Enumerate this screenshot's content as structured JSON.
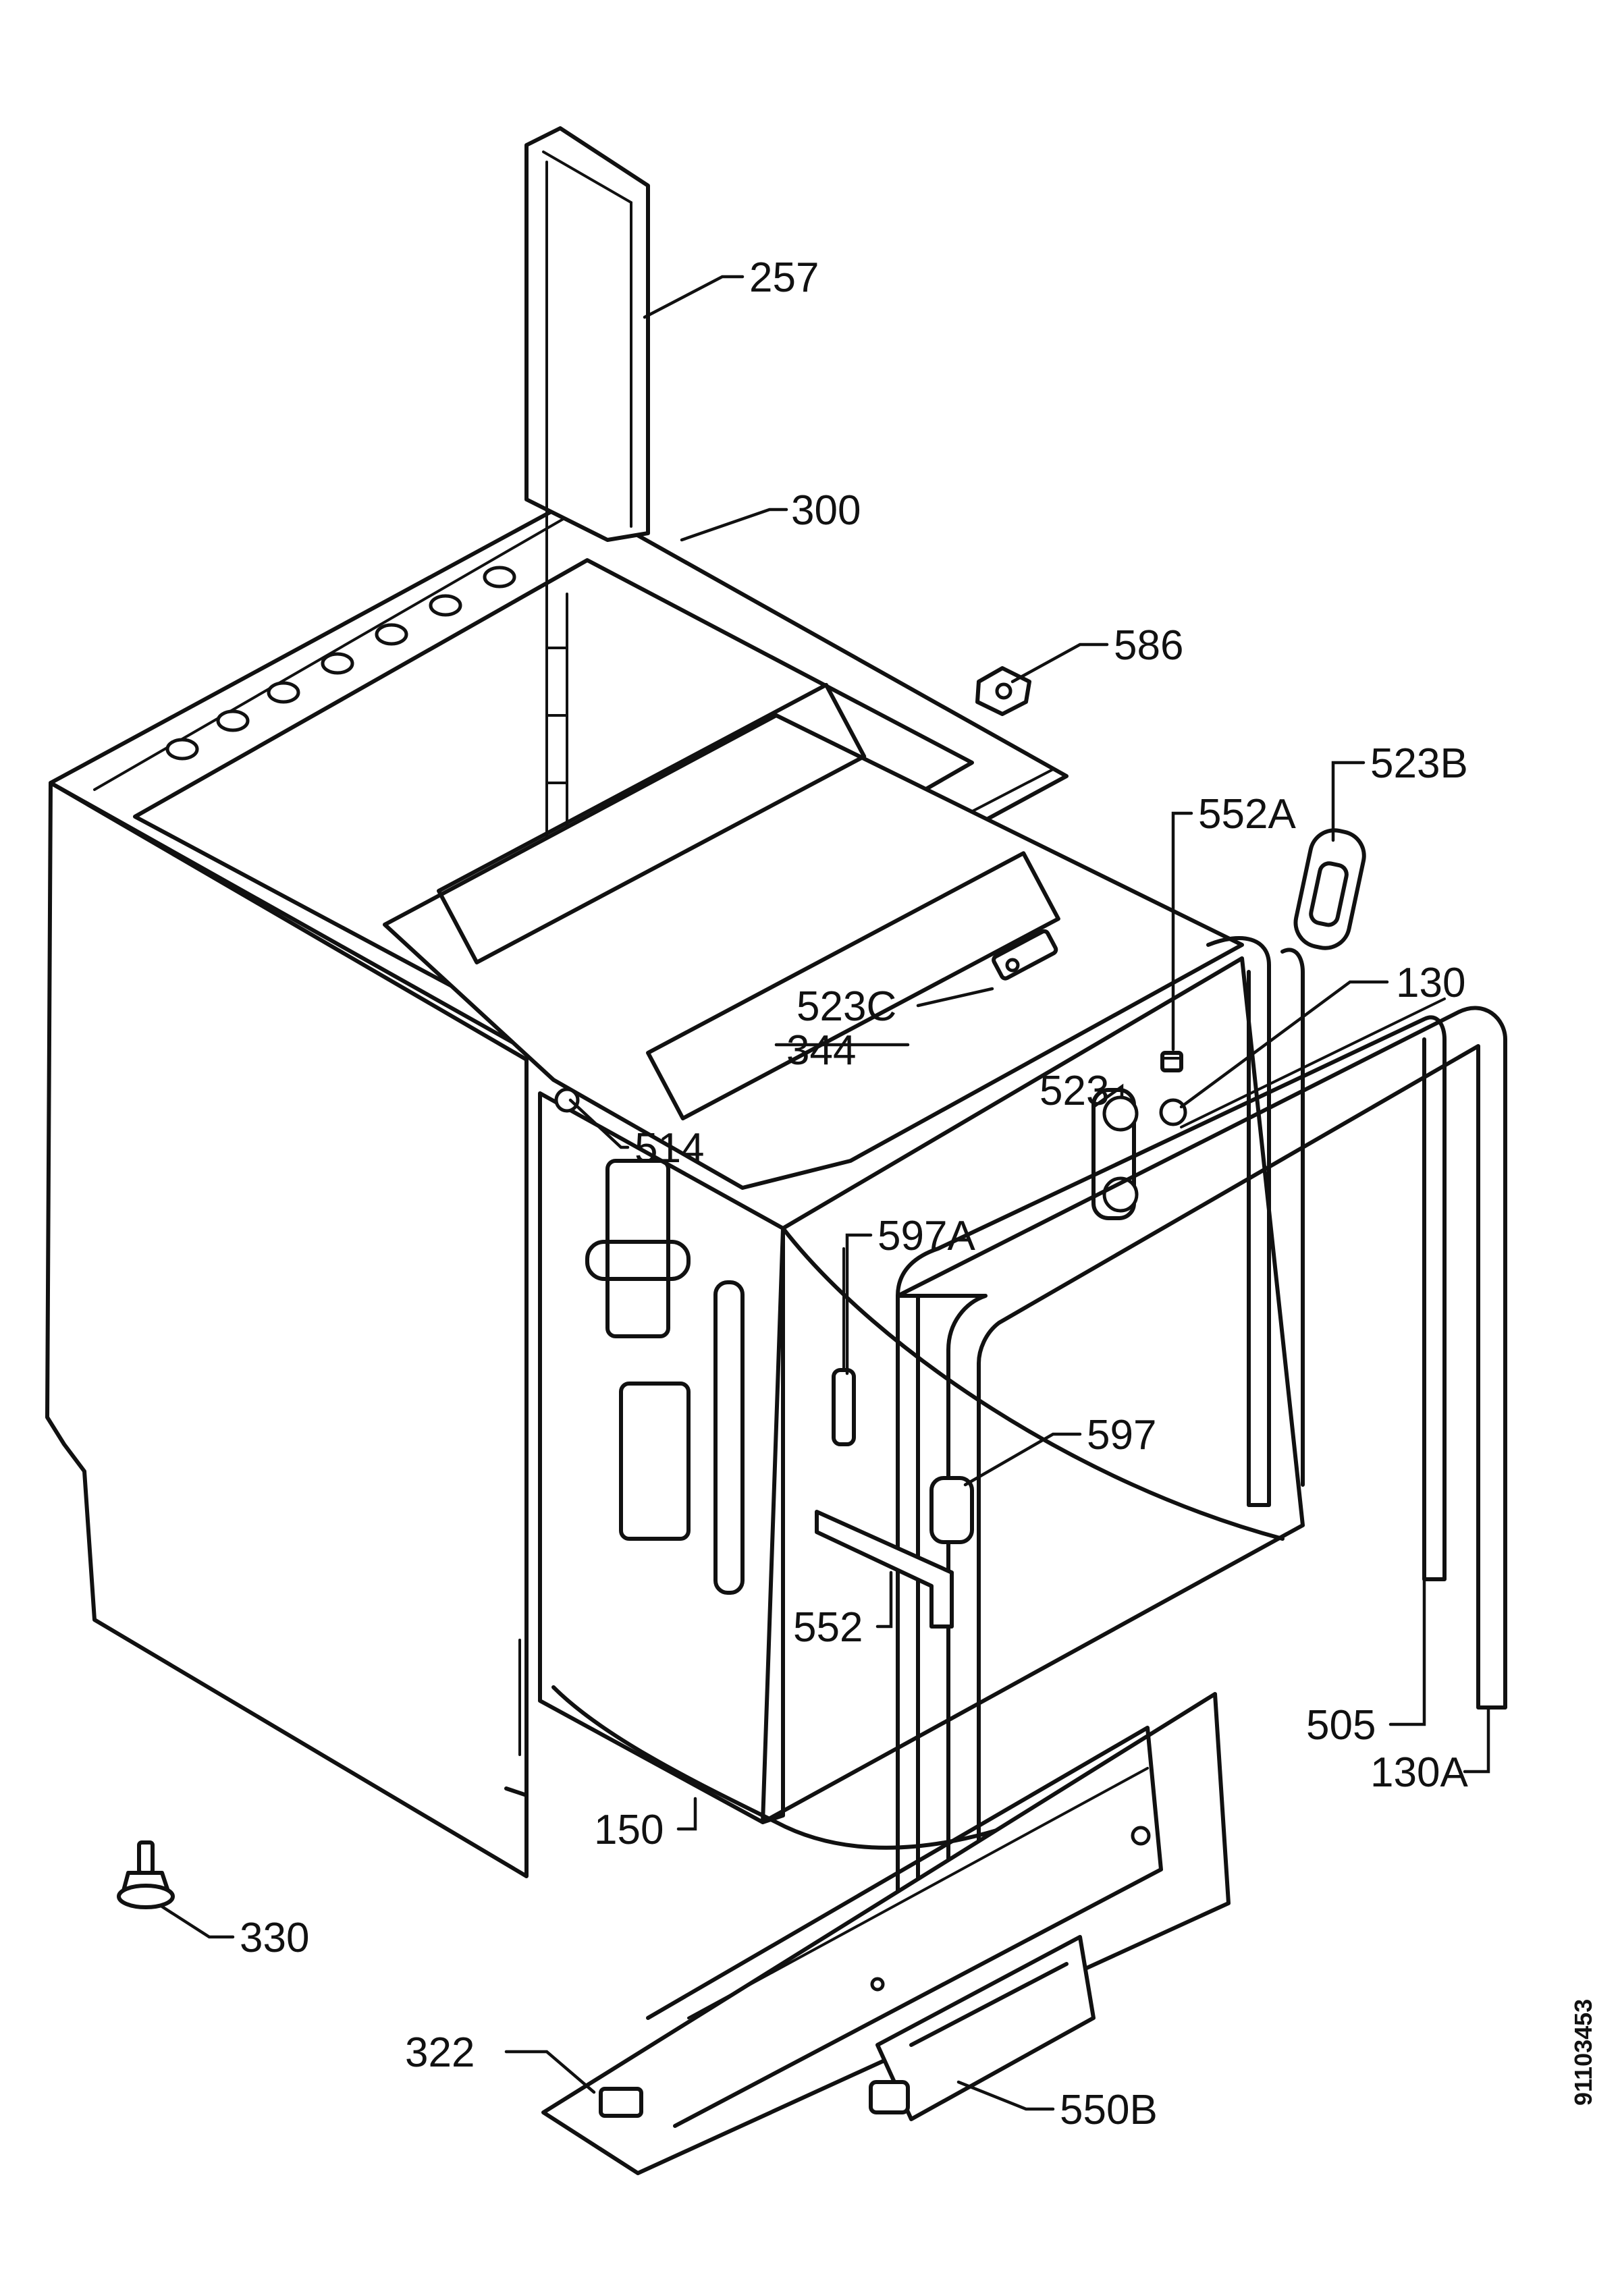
{
  "diagram": {
    "document_number": "91103453",
    "callouts": {
      "p257": "257",
      "p300": "300",
      "p586": "586",
      "p523B": "523B",
      "p552A": "552A",
      "p130": "130",
      "p523C": "523C",
      "p344": "344",
      "p523": "523",
      "p514": "514",
      "p597A": "597A",
      "p597": "597",
      "p552": "552",
      "p505": "505",
      "p130A": "130A",
      "p150": "150",
      "p330": "330",
      "p322": "322",
      "p550B": "550B"
    }
  }
}
